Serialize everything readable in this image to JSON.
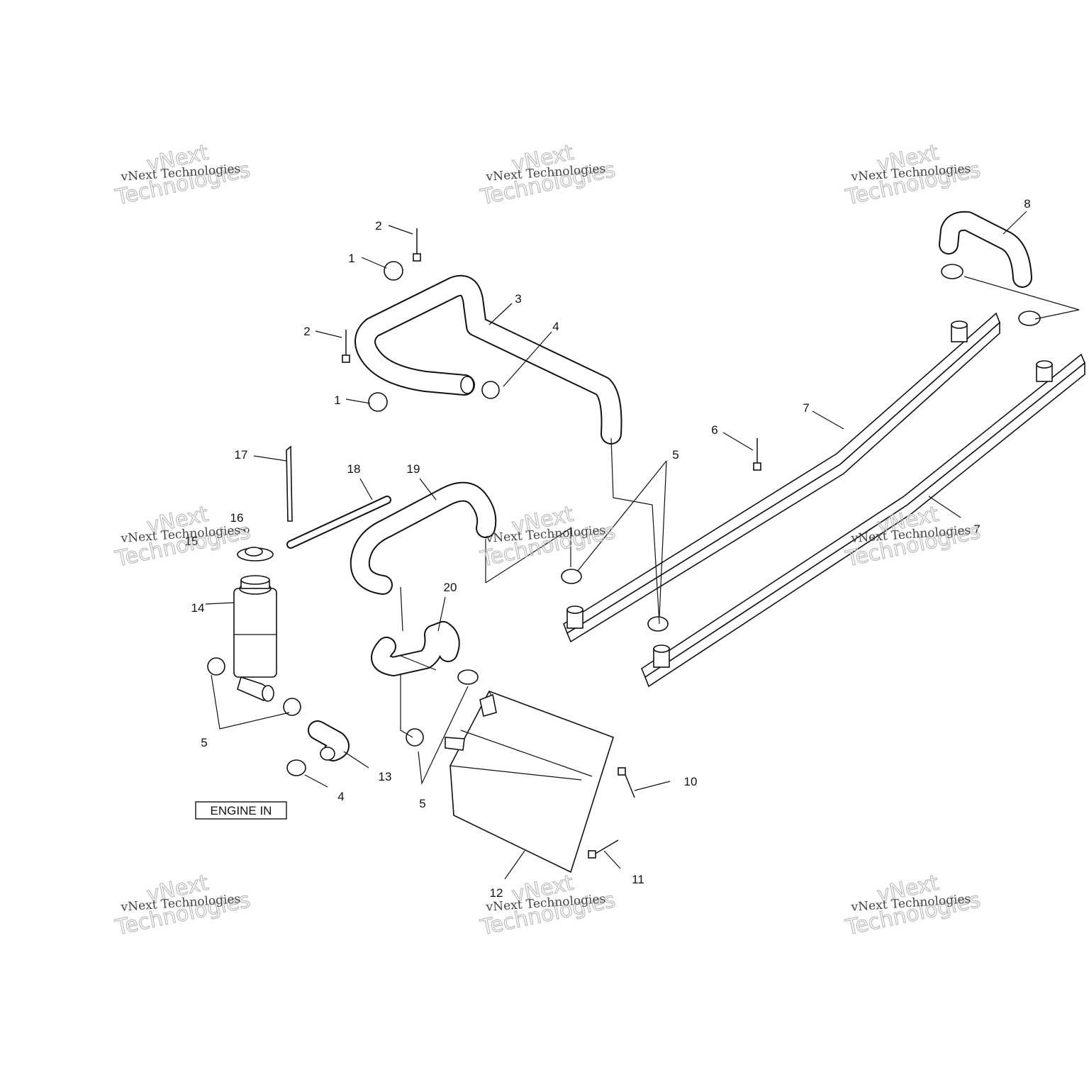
{
  "diagram": {
    "callouts": {
      "c1a": "1",
      "c1b": "1",
      "c2a": "2",
      "c2b": "2",
      "c3": "3",
      "c4a": "4",
      "c4b": "4",
      "c5a": "5",
      "c5b": "5",
      "c5c": "5",
      "c6": "6",
      "c7a": "7",
      "c7b": "7",
      "c8": "8",
      "c10": "10",
      "c11": "11",
      "c12": "12",
      "c13": "13",
      "c14": "14",
      "c15": "15",
      "c16": "16",
      "c17": "17",
      "c18": "18",
      "c19": "19",
      "c20": "20"
    },
    "engine_label": "ENGINE IN",
    "watermark": {
      "line1": "vNext Technologies",
      "line2": "vNext",
      "line3": "Technologies"
    }
  }
}
